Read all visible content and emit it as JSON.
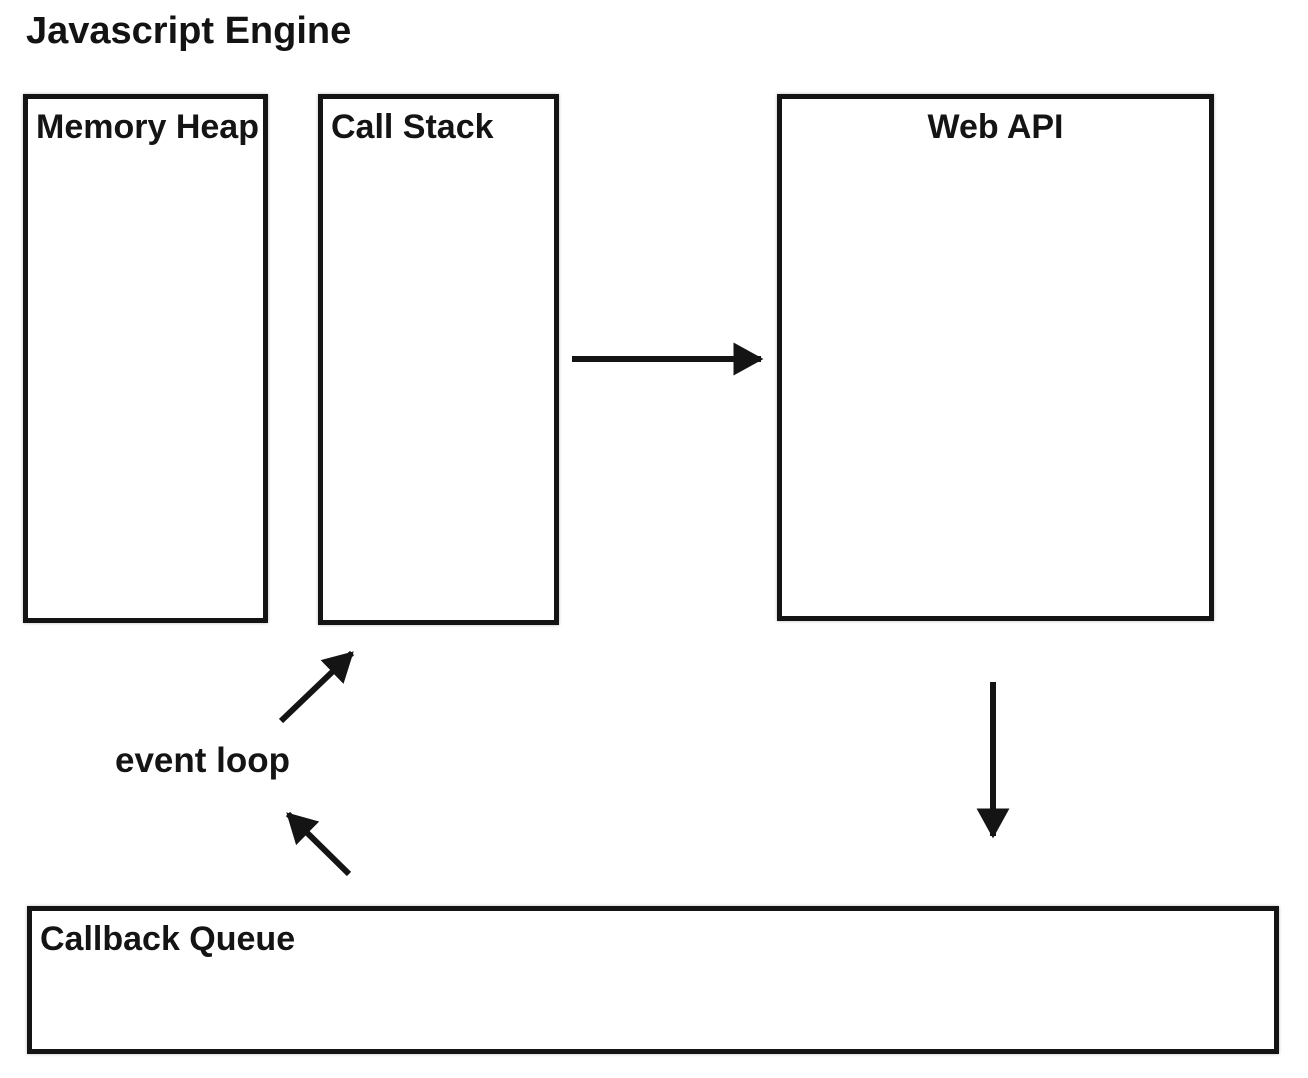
{
  "title": "Javascript Engine",
  "boxes": {
    "memory_heap": "Memory Heap",
    "call_stack": "Call Stack",
    "web_api": "Web API",
    "callback_queue": "Callback Queue"
  },
  "labels": {
    "event_loop": "event loop"
  },
  "arrows": [
    {
      "name": "call-stack-to-web-api",
      "from": "Call Stack",
      "to": "Web API",
      "direction": "right"
    },
    {
      "name": "web-api-to-callback-queue",
      "from": "Web API",
      "to": "Callback Queue",
      "direction": "down"
    },
    {
      "name": "event-loop-to-call-stack",
      "from": "event loop",
      "to": "Call Stack",
      "direction": "up-right"
    },
    {
      "name": "callback-queue-to-event-loop",
      "from": "Callback Queue",
      "to": "event loop",
      "direction": "up-left"
    }
  ],
  "colors": {
    "ink": "#141414",
    "background": "#ffffff"
  }
}
